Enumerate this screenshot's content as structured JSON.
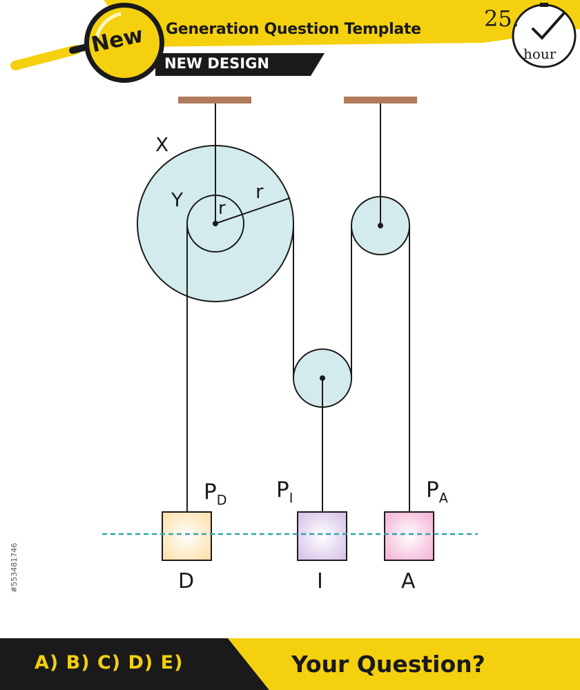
{
  "header": {
    "badge": "New",
    "title": "Generation Question Template",
    "subtitle": "NEW DESIGN",
    "timer_value": "25.",
    "timer_unit": "hour"
  },
  "diagram": {
    "labels": {
      "wheel_outer": "X",
      "wheel_inner": "Y",
      "radius_inner": "r",
      "radius_outer": "r"
    },
    "masses": [
      {
        "name": "D",
        "p_main": "P",
        "p_sub": "D",
        "color": "#fde2b0"
      },
      {
        "name": "I",
        "p_main": "P",
        "p_sub": "I",
        "color": "#d9c6ea"
      },
      {
        "name": "A",
        "p_main": "P",
        "p_sub": "A",
        "color": "#f5b8d8"
      }
    ],
    "colors": {
      "pulley_fill": "#d4ebee",
      "ceiling": "#b07a5c",
      "dashed_line": "#2fa3a8"
    }
  },
  "side_id": "#553481746",
  "footer": {
    "answers": "A) B) C) D) E)",
    "question": "Your Question?"
  }
}
